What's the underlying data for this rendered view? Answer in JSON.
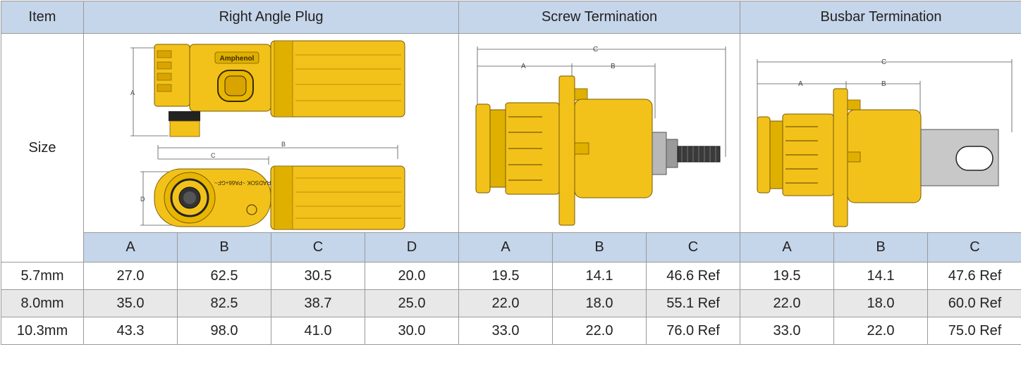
{
  "colors": {
    "header_bg": "#c5d5ea",
    "stripe_bg": "#e8e8e8",
    "connector_yellow": "#f2c21b",
    "connector_shade": "#d9a400",
    "metal": "#b8b8b8"
  },
  "header": {
    "item": "Item",
    "right_angle_plug": "Right Angle Plug",
    "screw_termination": "Screw Termination",
    "busbar_termination": "Busbar Termination"
  },
  "size_label": "Size",
  "drawing_labels": {
    "plug_logo": "Amphenol",
    "plug_marking": "RADSOK ~PA66+GF~",
    "A": "A",
    "B": "B",
    "C": "C",
    "D": "D"
  },
  "subheader": {
    "plug": [
      "A",
      "B",
      "C",
      "D"
    ],
    "screw": [
      "A",
      "B",
      "C"
    ],
    "busbar": [
      "A",
      "B",
      "C"
    ]
  },
  "rows": [
    {
      "size": "5.7mm",
      "plug": [
        "27.0",
        "62.5",
        "30.5",
        "20.0"
      ],
      "screw": [
        "19.5",
        "14.1",
        "46.6 Ref"
      ],
      "busbar": [
        "19.5",
        "14.1",
        "47.6 Ref"
      ]
    },
    {
      "size": "8.0mm",
      "plug": [
        "35.0",
        "82.5",
        "38.7",
        "25.0"
      ],
      "screw": [
        "22.0",
        "18.0",
        "55.1 Ref"
      ],
      "busbar": [
        "22.0",
        "18.0",
        "60.0 Ref"
      ]
    },
    {
      "size": "10.3mm",
      "plug": [
        "43.3",
        "98.0",
        "41.0",
        "30.0"
      ],
      "screw": [
        "33.0",
        "22.0",
        "76.0 Ref"
      ],
      "busbar": [
        "33.0",
        "22.0",
        "75.0 Ref"
      ]
    }
  ]
}
